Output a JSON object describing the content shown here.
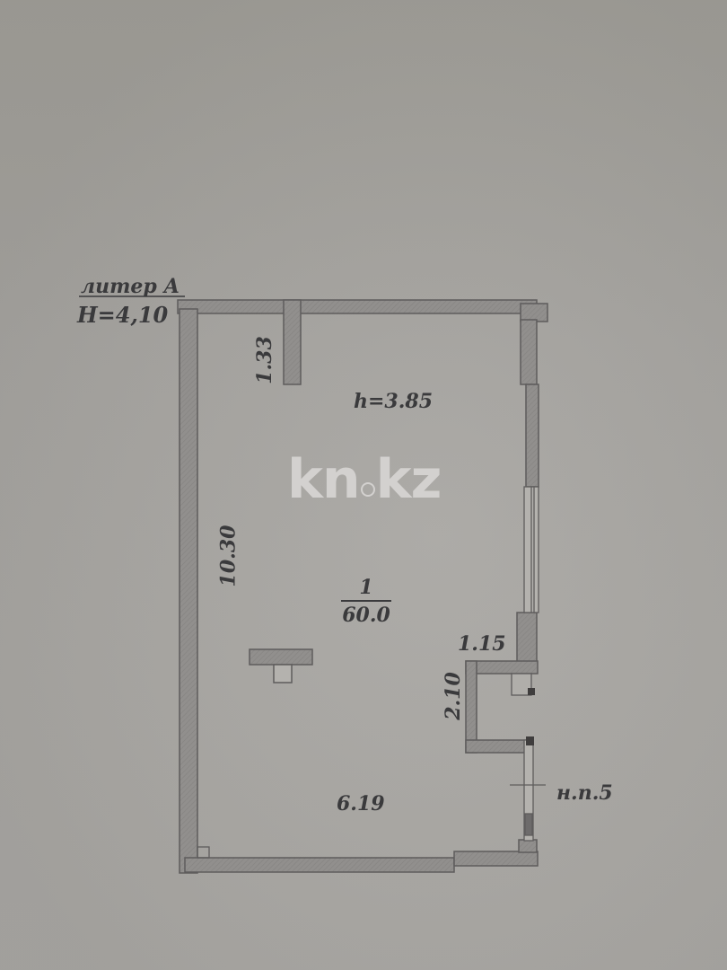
{
  "plan": {
    "building_letter": "литер А",
    "building_height": "H=4,10",
    "ceiling_height": "h=3.85",
    "room": {
      "number": "1",
      "area": "60.0"
    },
    "dimensions": {
      "partition_length": "1.33",
      "left_wall_length": "10.30",
      "bottom_wall_length": "6.19",
      "niche_width": "1.15",
      "niche_depth": "2.10"
    },
    "annotation_np": "н.п.5"
  },
  "watermark": {
    "left": "kn",
    "right": "kz"
  },
  "colors": {
    "background": "#a6a4a0",
    "wall_fill": "#8f8d8b",
    "wall_stroke": "#5e5c5c",
    "text": "#3a3a3c",
    "watermark": "#d3d1cf"
  }
}
